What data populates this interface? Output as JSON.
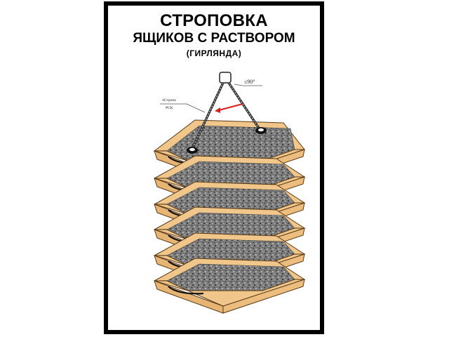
{
  "title": {
    "line1": "СТРОПОВКА",
    "line2": "ЯЩИКОВ С РАСТВОРОМ",
    "line3": "(ГИРЛЯНДА)"
  },
  "labels": {
    "sling_top": "4Стропа",
    "sling_bottom": "РСК",
    "angle": "≤90°"
  },
  "boxes": {
    "count": 6
  },
  "colors": {
    "frame": "#000000",
    "box_wood": "#f0c68a",
    "box_edge": "#5a3a14",
    "mortar": "#8a8a8a",
    "arrow": "#d81e1e"
  }
}
